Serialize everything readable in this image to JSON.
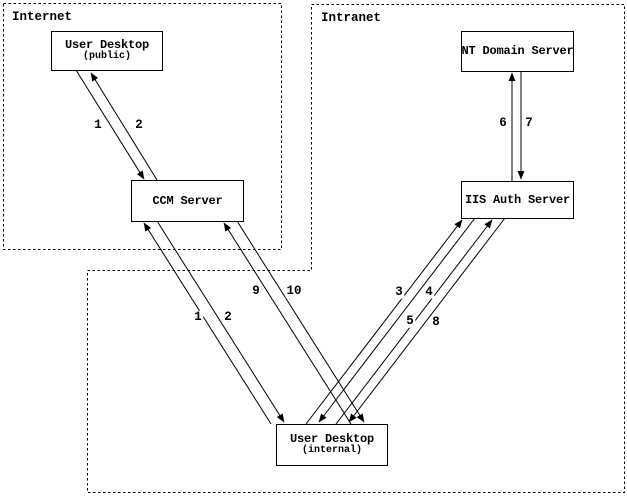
{
  "diagram": {
    "background_color": "#ffffff",
    "line_color": "#000000"
  },
  "regions": {
    "internet": {
      "label": "Internet"
    },
    "intranet": {
      "label": "Intranet"
    }
  },
  "nodes": {
    "user_desktop_public": {
      "title": "User Desktop",
      "subtitle": "(public)"
    },
    "ccm_server": {
      "title": "CCM Server"
    },
    "nt_domain_server": {
      "title": "NT Domain Server"
    },
    "iis_auth_server": {
      "title": "IIS Auth Server"
    },
    "user_desktop_internal": {
      "title": "User Desktop",
      "subtitle": "(internal)"
    }
  },
  "flow_steps": {
    "public_desktop_ccm": {
      "to_server": "1",
      "to_desktop": "2"
    },
    "internal_desktop_ccm": {
      "to_server": "1",
      "to_desktop": "2"
    },
    "internal_desktop_ccm_late": {
      "to_server": "9",
      "to_desktop": "10"
    },
    "internal_desktop_iis_first": {
      "to_server": "3",
      "to_desktop": "4"
    },
    "internal_desktop_iis_second": {
      "to_server": "5",
      "to_desktop": "8"
    },
    "iis_nt_domain": {
      "to_nt": "6",
      "to_iis": "7"
    }
  }
}
